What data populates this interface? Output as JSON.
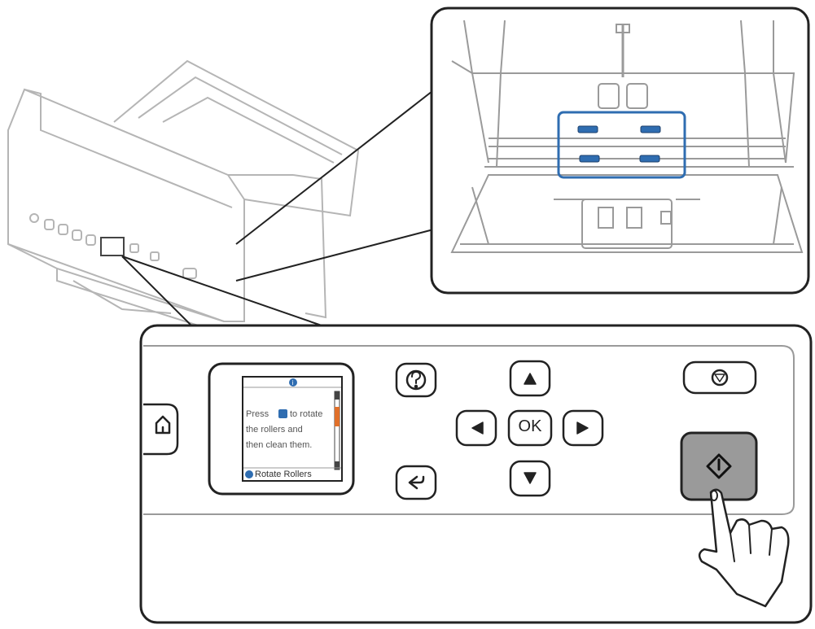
{
  "lcd": {
    "text_press": "Press",
    "text_to_rotate": "to rotate",
    "line2": "the rollers and",
    "line3": "then clean them.",
    "footer": "Rotate Rollers"
  },
  "panel": {
    "ok_label": "OK"
  },
  "colors": {
    "line": "#222222",
    "highlight": "#2f6db1",
    "start_button": "#9a9a9a",
    "lcd_accent": "#e0702a"
  }
}
